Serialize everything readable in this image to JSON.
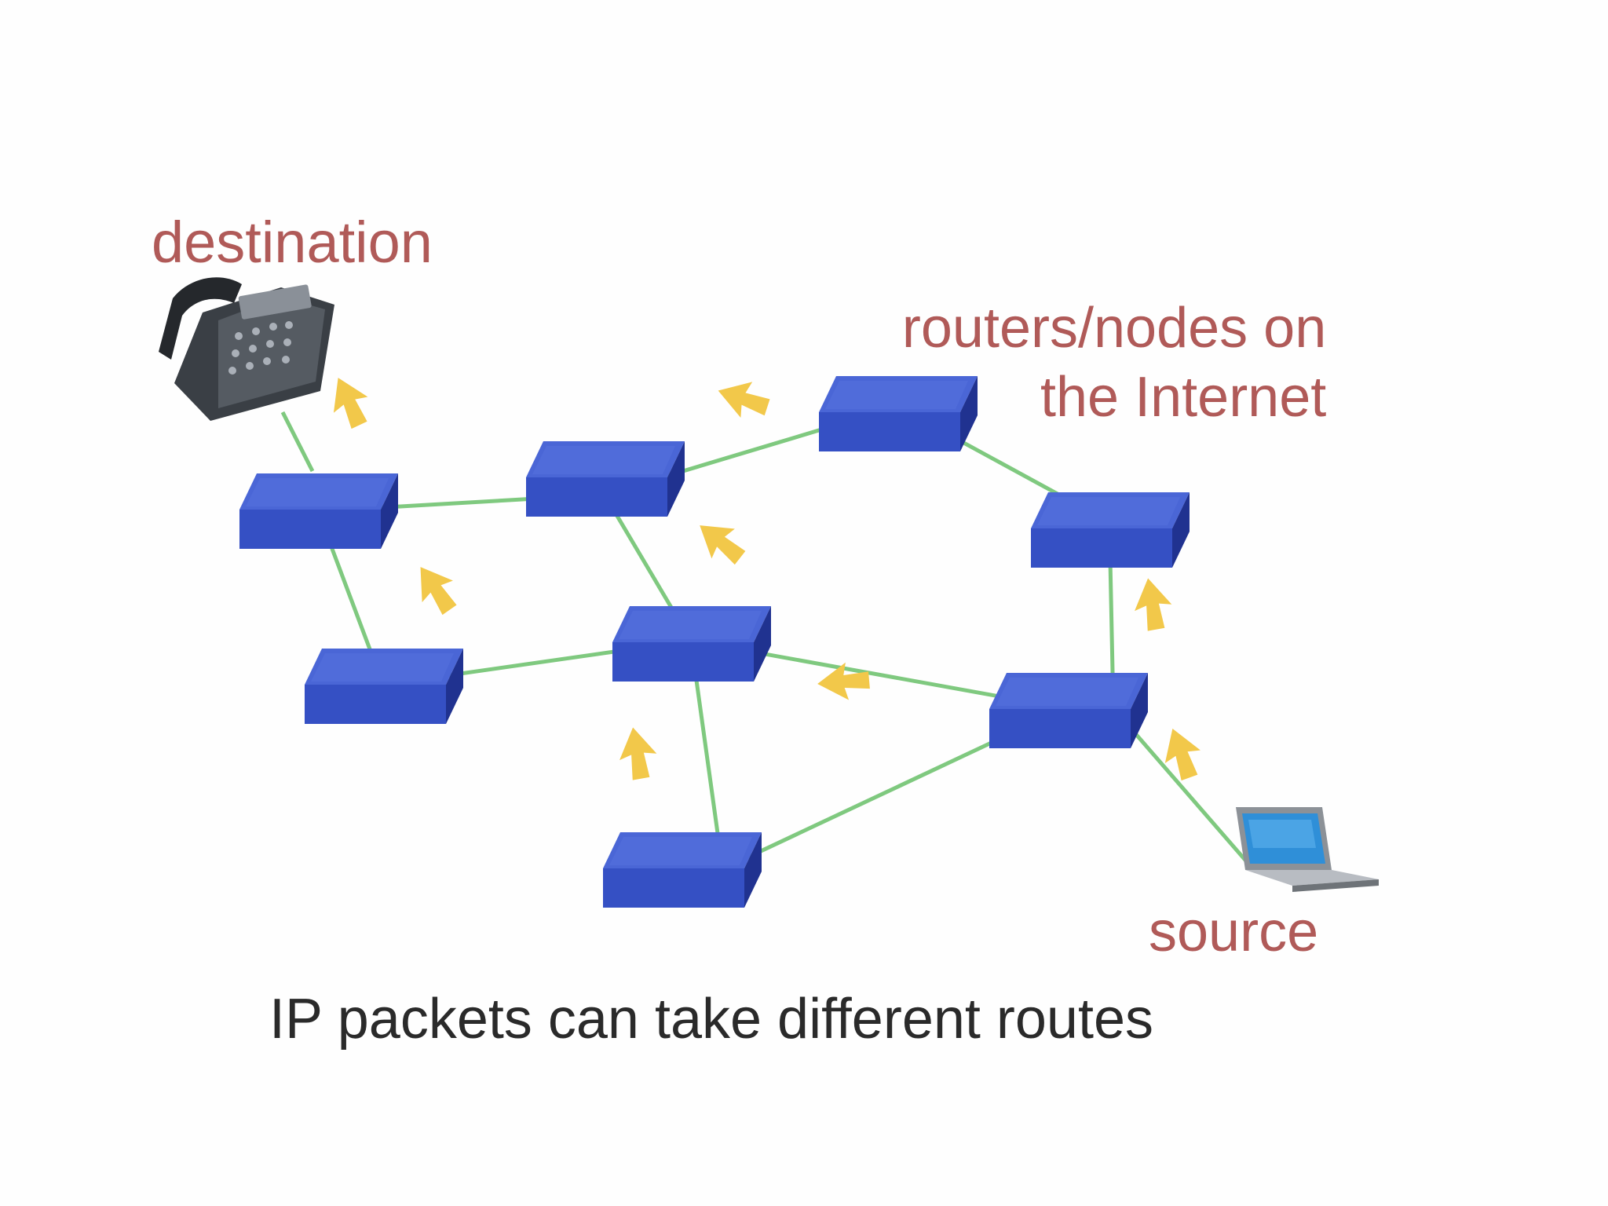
{
  "labels": {
    "destination": "destination",
    "routers_line1": "routers/nodes on",
    "routers_line2": "the Internet",
    "source": "source",
    "caption": "IP packets can take different routes"
  },
  "colors": {
    "endpoint_label": "#b05a58",
    "caption": "#2a2a2a",
    "link": "#7fc97f",
    "router_top": "#4a66d6",
    "router_front": "#3550c4",
    "router_side": "#203290",
    "arrow": "#f2c84a",
    "background": "#fefefe"
  },
  "icons": {
    "destination_device": "desk-phone-icon",
    "source_device": "laptop-icon",
    "router": "router-icon",
    "packet_direction": "arrow-icon"
  },
  "diagram": {
    "routers": [
      "r1",
      "r2",
      "r3",
      "r4",
      "r5",
      "r6",
      "r7",
      "r8"
    ],
    "links": [
      [
        "phone",
        "r1"
      ],
      [
        "r1",
        "r2"
      ],
      [
        "r2",
        "r3"
      ],
      [
        "r3",
        "r4"
      ],
      [
        "r1",
        "r5"
      ],
      [
        "r5",
        "r6"
      ],
      [
        "r2",
        "r6"
      ],
      [
        "r6",
        "r7"
      ],
      [
        "r4",
        "r7"
      ],
      [
        "r6",
        "r8"
      ],
      [
        "r8",
        "r7"
      ],
      [
        "r7",
        "laptop"
      ]
    ]
  }
}
